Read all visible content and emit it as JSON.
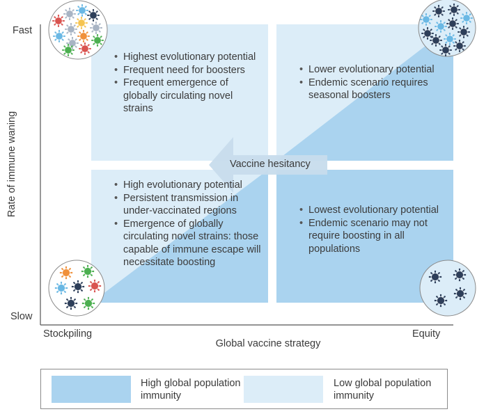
{
  "colors": {
    "high_immunity": "#aad3ef",
    "low_immunity": "#dcedf8",
    "arrow": "#c7dcec",
    "axis": "#555555",
    "virus_navy": "#2d3e59",
    "virus_light_blue": "#6ab8e4",
    "virus_grey": "#a8b4c4",
    "virus_red": "#d9534f",
    "virus_green": "#4caf50",
    "virus_orange": "#f0903a",
    "virus_yellow": "#f5c451"
  },
  "axes": {
    "y_label": "Rate of immune waning",
    "y_top": "Fast",
    "y_bottom": "Slow",
    "x_label": "Global vaccine strategy",
    "x_left": "Stockpiling",
    "x_right": "Equity"
  },
  "arrow_label": "Vaccine hesitancy",
  "quadrants": {
    "top_left": [
      "Highest evolutionary potential",
      "Frequent need for boosters",
      "Frequent emergence of globally circulating novel strains"
    ],
    "top_right": [
      "Lower evolutionary potential",
      "Endemic scenario requires seasonal boosters"
    ],
    "bottom_left": [
      "High evolutionary potential",
      "Persistent transmission in under-vaccinated regions",
      "Emergence of globally circulating novel strains: those capable of immune escape will necessitate boosting"
    ],
    "bottom_right": [
      "Lowest evolutionary potential",
      "Endemic scenario may not require boosting in all populations"
    ]
  },
  "legend": {
    "high": "High global population immunity",
    "low": "Low global population immunity"
  },
  "icons": {
    "top_left": "diverse-virus-strains-icon",
    "top_right": "many-similar-virus-icon",
    "bottom_left": "mixed-virus-strains-icon",
    "bottom_right": "few-virus-icon"
  }
}
